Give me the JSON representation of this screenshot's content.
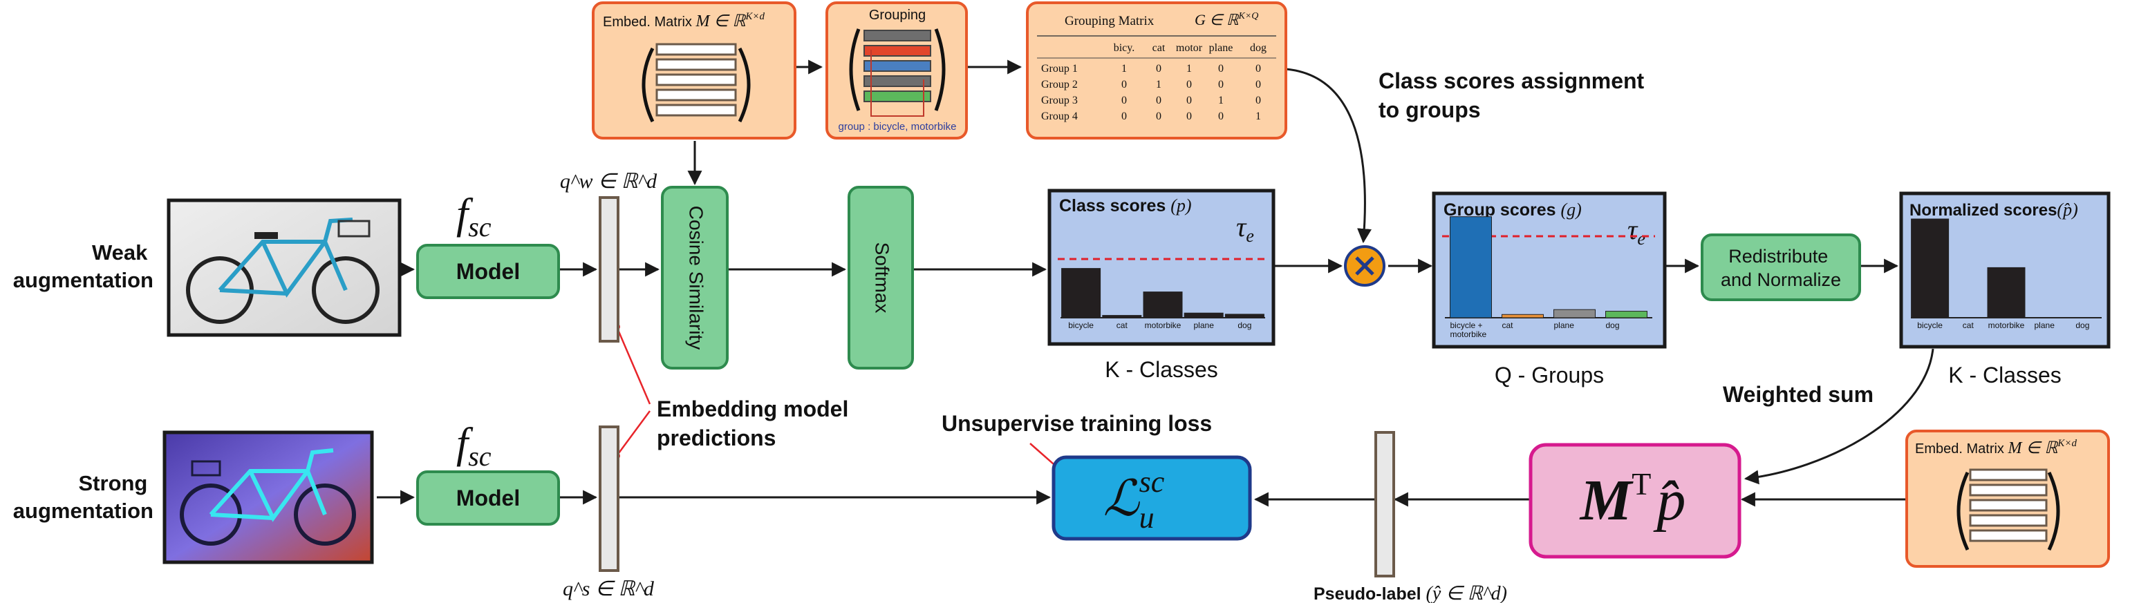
{
  "inputs": {
    "weak_label": [
      "Weak",
      "augmentation"
    ],
    "strong_label": [
      "Strong",
      "augmentation"
    ]
  },
  "model": {
    "function_symbol": "f",
    "function_subscript": "sc",
    "weak_button": "Model",
    "strong_button": "Model"
  },
  "embeddings": {
    "weak_vector": "q^w ∈ ℝ^d",
    "strong_vector": "q^s ∈ ℝ^d",
    "annotation": [
      "Embedding model",
      "predictions"
    ]
  },
  "embed_matrix": {
    "title": "Embed. Matrix M ∈ ℝ^{K×d}",
    "title_prefix": "Embed. Matrix ",
    "title_symbol": "M ∈ ℝ",
    "title_sup": "K×d"
  },
  "grouping": {
    "title": "Grouping",
    "caption": "group : bicycle, motorbike",
    "bar_colors": [
      "#6e6e6e",
      "#e2452b",
      "#4a7fc1",
      "#6e6e6e",
      "#5cb85c"
    ]
  },
  "grouping_matrix": {
    "title": "Grouping Matrix",
    "symbol": "G ∈ ℝ",
    "symbol_sup": "K×Q",
    "columns": [
      "bicy.",
      "cat",
      "motor",
      "plane",
      "dog"
    ],
    "rows": [
      {
        "label": "Group 1",
        "values": [
          "1",
          "0",
          "1",
          "0",
          "0"
        ]
      },
      {
        "label": "Group 2",
        "values": [
          "0",
          "1",
          "0",
          "0",
          "0"
        ]
      },
      {
        "label": "Group 3",
        "values": [
          "0",
          "0",
          "0",
          "1",
          "0"
        ]
      },
      {
        "label": "Group 4",
        "values": [
          "0",
          "0",
          "0",
          "0",
          "1"
        ]
      }
    ]
  },
  "ops": {
    "cosine": "Cosine Similarity",
    "softmax": "Softmax",
    "redistribute": [
      "Redistribute",
      "and Normalize"
    ],
    "assignment": [
      "Class scores assignment",
      "to groups"
    ],
    "weighted_sum": "Weighted sum",
    "tau": "τ",
    "tau_sub": "e"
  },
  "class_scores": {
    "title": "Class scores",
    "symbol": "(p)",
    "caption": "K - Classes",
    "chart_data": {
      "type": "bar",
      "categories": [
        "bicycle",
        "cat",
        "motorbike",
        "plane",
        "dog"
      ],
      "values": [
        0.42,
        0.02,
        0.22,
        0.04,
        0.03
      ],
      "threshold": 0.5,
      "ylim": [
        0,
        1
      ]
    }
  },
  "group_scores": {
    "title": "Group scores",
    "symbol": "(g)",
    "caption": "Q - Groups",
    "chart_data": {
      "type": "bar",
      "categories": [
        "bicycle + motorbike",
        "cat",
        "plane",
        "dog"
      ],
      "values": [
        0.62,
        0.02,
        0.05,
        0.04
      ],
      "colors": [
        "#1f6fb5",
        "#e8923a",
        "#8c8c8c",
        "#5cb85c"
      ],
      "threshold": 0.5,
      "ylim": [
        0,
        1
      ]
    }
  },
  "normalized_scores": {
    "title": "Normalized scores",
    "symbol": "(p̂)",
    "caption": "K - Classes",
    "chart_data": {
      "type": "bar",
      "categories": [
        "bicycle",
        "cat",
        "motorbike",
        "plane",
        "dog"
      ],
      "values": [
        0.65,
        0.0,
        0.33,
        0.0,
        0.0
      ],
      "ylim": [
        0,
        1
      ]
    }
  },
  "loss": {
    "title": "Unsupervise training loss",
    "symbol": "ℒ",
    "sub": "u",
    "sup": "sc"
  },
  "pseudo_label": {
    "text": "Pseudo-label",
    "symbol": "(ŷ ∈ ℝ^d)"
  },
  "weighted": {
    "symbol": "M",
    "sup": "T",
    "p_hat": "p̂"
  }
}
